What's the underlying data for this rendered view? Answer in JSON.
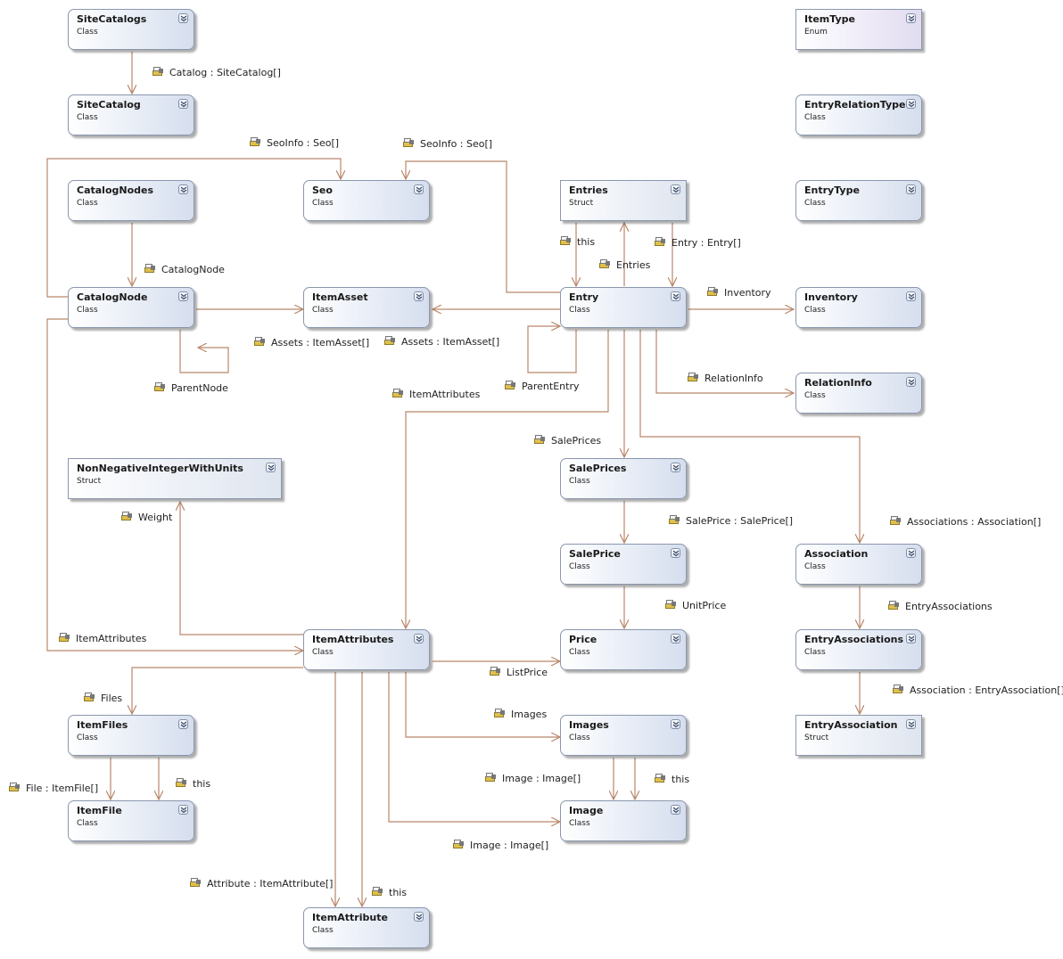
{
  "nodes": [
    {
      "id": "sitecatalogs",
      "name": "SiteCatalogs",
      "kind": "Class"
    },
    {
      "id": "sitecatalog",
      "name": "SiteCatalog",
      "kind": "Class"
    },
    {
      "id": "catalognodes",
      "name": "CatalogNodes",
      "kind": "Class"
    },
    {
      "id": "seo",
      "name": "Seo",
      "kind": "Class"
    },
    {
      "id": "entries",
      "name": "Entries",
      "kind": "Struct"
    },
    {
      "id": "itemtype",
      "name": "ItemType",
      "kind": "Enum"
    },
    {
      "id": "entryrelationtype",
      "name": "EntryRelationType",
      "kind": "Class"
    },
    {
      "id": "entrytype",
      "name": "EntryType",
      "kind": "Class"
    },
    {
      "id": "catalognode",
      "name": "CatalogNode",
      "kind": "Class"
    },
    {
      "id": "itemasset",
      "name": "ItemAsset",
      "kind": "Class"
    },
    {
      "id": "entry",
      "name": "Entry",
      "kind": "Class"
    },
    {
      "id": "inventory",
      "name": "Inventory",
      "kind": "Class"
    },
    {
      "id": "relationinfo",
      "name": "RelationInfo",
      "kind": "Class"
    },
    {
      "id": "nonnegative",
      "name": "NonNegativeIntegerWithUnits",
      "kind": "Struct"
    },
    {
      "id": "saleprices",
      "name": "SalePrices",
      "kind": "Class"
    },
    {
      "id": "saleprice",
      "name": "SalePrice",
      "kind": "Class"
    },
    {
      "id": "association",
      "name": "Association",
      "kind": "Class"
    },
    {
      "id": "itemattributes",
      "name": "ItemAttributes",
      "kind": "Class"
    },
    {
      "id": "price",
      "name": "Price",
      "kind": "Class"
    },
    {
      "id": "entryassociations",
      "name": "EntryAssociations",
      "kind": "Class"
    },
    {
      "id": "itemfiles",
      "name": "ItemFiles",
      "kind": "Class"
    },
    {
      "id": "images",
      "name": "Images",
      "kind": "Class"
    },
    {
      "id": "entryassociation",
      "name": "EntryAssociation",
      "kind": "Struct"
    },
    {
      "id": "itemfile",
      "name": "ItemFile",
      "kind": "Class"
    },
    {
      "id": "image",
      "name": "Image",
      "kind": "Class"
    },
    {
      "id": "itemattribute",
      "name": "ItemAttribute",
      "kind": "Class"
    }
  ],
  "labels": [
    {
      "id": "catalog",
      "text": "Catalog : SiteCatalog[]"
    },
    {
      "id": "seoinfo1",
      "text": "SeoInfo : Seo[]"
    },
    {
      "id": "seoinfo2",
      "text": "SeoInfo : Seo[]"
    },
    {
      "id": "catalognode",
      "text": "CatalogNode"
    },
    {
      "id": "this1",
      "text": "this"
    },
    {
      "id": "entries",
      "text": "Entries"
    },
    {
      "id": "entry",
      "text": "Entry : Entry[]"
    },
    {
      "id": "inventory",
      "text": "Inventory"
    },
    {
      "id": "assets1",
      "text": "Assets : ItemAsset[]"
    },
    {
      "id": "assets2",
      "text": "Assets : ItemAsset[]"
    },
    {
      "id": "parentnode",
      "text": "ParentNode"
    },
    {
      "id": "parententry",
      "text": "ParentEntry"
    },
    {
      "id": "relationinfo",
      "text": "RelationInfo"
    },
    {
      "id": "itemattributes1",
      "text": "ItemAttributes"
    },
    {
      "id": "saleprices",
      "text": "SalePrices"
    },
    {
      "id": "weight",
      "text": "Weight"
    },
    {
      "id": "saleprice",
      "text": "SalePrice : SalePrice[]"
    },
    {
      "id": "associations",
      "text": "Associations : Association[]"
    },
    {
      "id": "unitprice",
      "text": "UnitPrice"
    },
    {
      "id": "entryassociations",
      "text": "EntryAssociations"
    },
    {
      "id": "itemattributes2",
      "text": "ItemAttributes"
    },
    {
      "id": "listprice",
      "text": "ListPrice"
    },
    {
      "id": "association",
      "text": "Association : EntryAssociation[]"
    },
    {
      "id": "files",
      "text": "Files"
    },
    {
      "id": "images",
      "text": "Images"
    },
    {
      "id": "this2",
      "text": "this"
    },
    {
      "id": "file",
      "text": "File : ItemFile[]"
    },
    {
      "id": "image1",
      "text": "Image : Image[]"
    },
    {
      "id": "this3",
      "text": "this"
    },
    {
      "id": "image2",
      "text": "Image : Image[]"
    },
    {
      "id": "attribute",
      "text": "Attribute : ItemAttribute[]"
    },
    {
      "id": "this4",
      "text": "this"
    }
  ]
}
